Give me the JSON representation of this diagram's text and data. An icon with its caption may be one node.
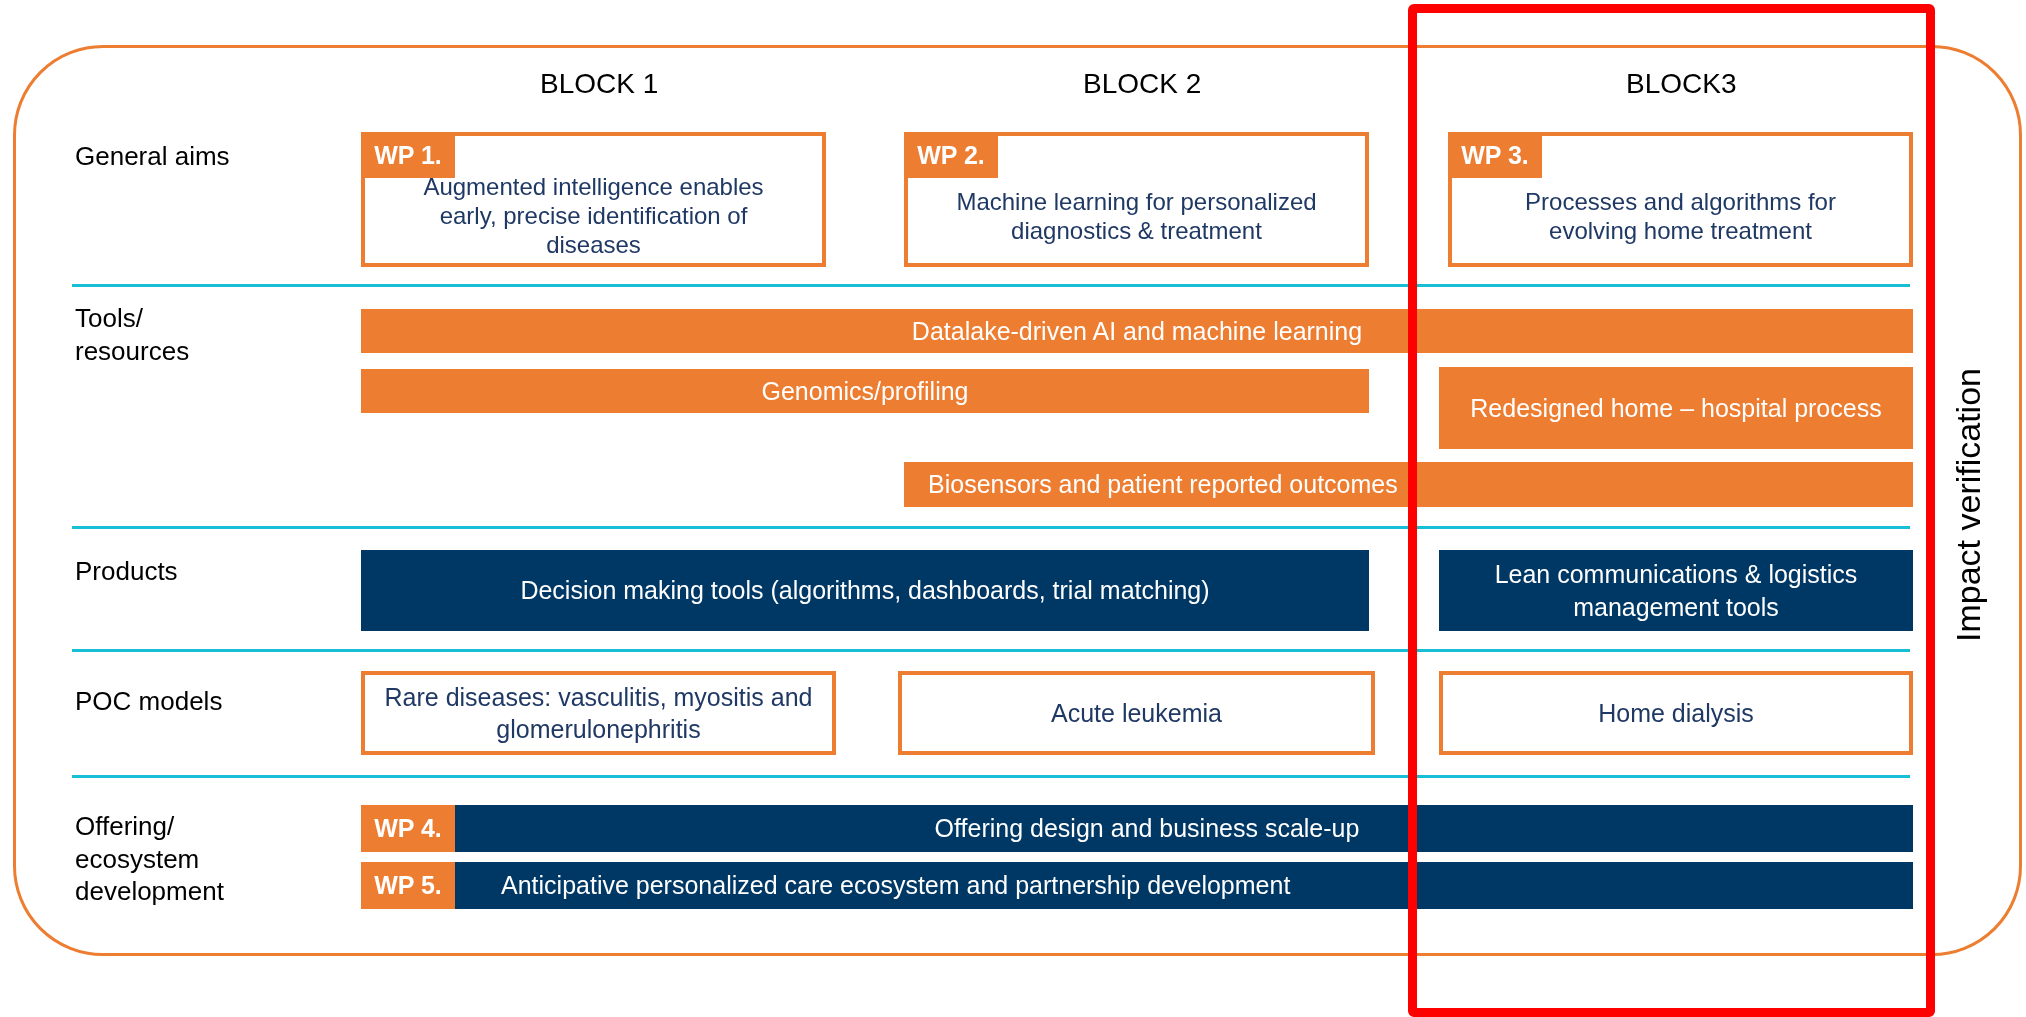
{
  "diagram": {
    "nodes": [
      {
        "text": [
          "Impact verification"
        ]
      },
      {
        "text": [
          "WP 1.",
          "Augmented intelligence enables early, precise identification of diseases"
        ],
        "in": 0
      },
      {
        "text": [
          "WP 2.",
          "Machine learning for personalized diagnostics & treatment"
        ],
        "in": 0
      },
      {
        "text": [
          "WP 3.",
          "Processes and algorithms for evolving home treatment"
        ],
        "in": 0
      },
      {
        "text": [
          "Datalake-driven AI and machine learning"
        ],
        "in": 0
      },
      {
        "text": [
          "Genomics/profiling"
        ],
        "in": 0
      },
      {
        "text": [
          "Redesigned home – hospital process"
        ],
        "in": 0
      },
      {
        "text": [
          "Biosensors and patient reported outcomes"
        ],
        "in": 0
      },
      {
        "text": [
          "Decision making tools (algorithms, dashboards, trial matching)"
        ],
        "in": 0
      },
      {
        "text": [
          "Lean communications & logistics management tools"
        ],
        "in": 0
      },
      {
        "text": [
          "Rare diseases: vasculitis, myositis and glomerulonephritis"
        ],
        "in": 0
      },
      {
        "text": [
          "Acute leukemia"
        ],
        "in": 0
      },
      {
        "text": [
          "Home dialysis"
        ],
        "in": 0
      },
      {
        "text": [
          "WP 4.",
          "Offering design and business scale-up"
        ],
        "in": 0
      },
      {
        "text": [
          "WP 5.",
          "Anticipative personalized care ecosystem and partnership development"
        ],
        "in": 0
      }
    ],
    "edges": [],
    "labels": [
      "BLOCK 1",
      "BLOCK 2",
      "BLOCK3",
      "General aims",
      "Tools/ resources",
      "Products",
      "POC models",
      "Offering/ ecosystem development"
    ]
  }
}
